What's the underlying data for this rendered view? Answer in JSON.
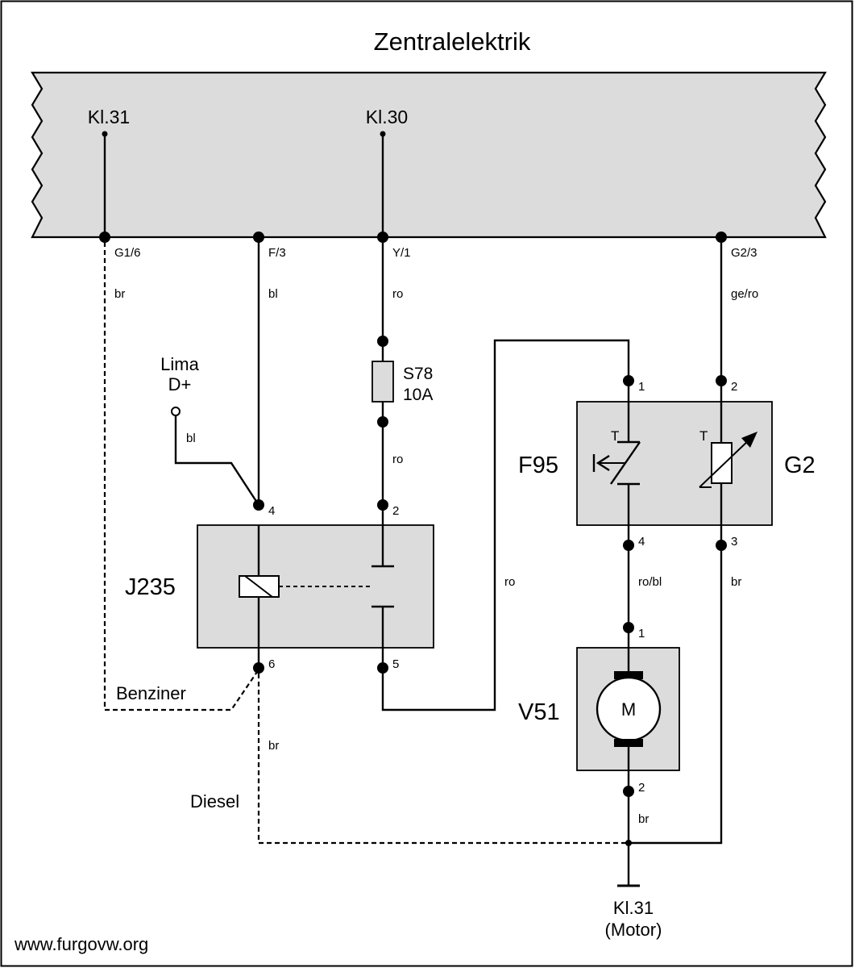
{
  "title": "Zentralelektrik",
  "terminals": {
    "kl31_top": "Kl.31",
    "kl30_top": "Kl.30",
    "ground_line1": "Kl.31",
    "ground_line2": "(Motor)"
  },
  "connectors": {
    "g1_6": "G1/6",
    "f_3": "F/3",
    "y_1": "Y/1",
    "g2_3": "G2/3"
  },
  "wire_colors": {
    "br_g16": "br",
    "bl_f3": "bl",
    "ro_y1": "ro",
    "geo_g23": "ge/ro",
    "ro_after_fuse": "ro",
    "bl_lima": "bl",
    "ro_loop": "ro",
    "robl_f95_v51": "ro/bl",
    "br_g2": "br",
    "br_j235": "br",
    "br_v51": "br"
  },
  "fuse": {
    "name": "S78",
    "rating": "10A"
  },
  "lima": {
    "line1": "Lima",
    "line2": "D+"
  },
  "components": {
    "relay": "J235",
    "switch": "F95",
    "sender": "G2",
    "motor": "V51",
    "motor_symbol": "M",
    "temp_symbol_f95": "T",
    "temp_symbol_g2": "T"
  },
  "pins": {
    "j235_4": "4",
    "j235_2": "2",
    "j235_6": "6",
    "j235_5": "5",
    "f95_1": "1",
    "f95_4": "4",
    "g2_2": "2",
    "g2_3": "3",
    "v51_1": "1",
    "v51_2": "2"
  },
  "variants": {
    "petrol": "Benziner",
    "diesel": "Diesel"
  },
  "watermark": "www.furgovw.org"
}
